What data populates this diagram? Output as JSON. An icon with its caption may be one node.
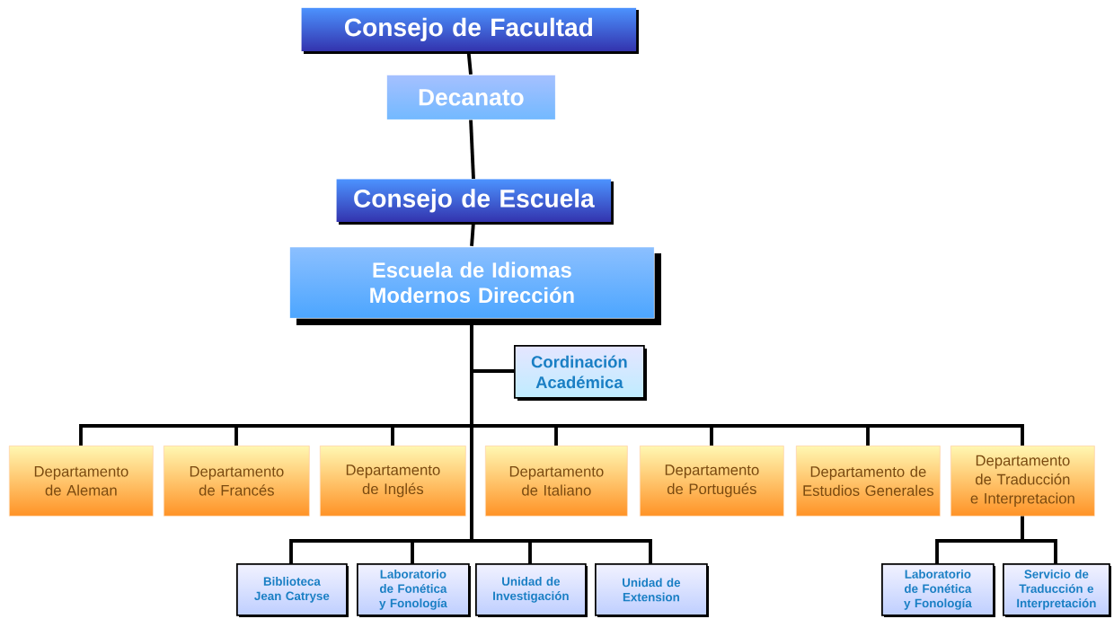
{
  "diagram": {
    "nodes": [
      {
        "text": [
          "Consejo de Facultad"
        ]
      },
      {
        "text": [
          "Decanato"
        ]
      },
      {
        "text": [
          "Consejo de Escuela"
        ]
      },
      {
        "text": [
          "Escuela de Idiomas Modernos Dirección"
        ]
      },
      {
        "text": [
          "Cordinación Académica"
        ]
      },
      {
        "text": [
          "Departamento de Aleman"
        ]
      },
      {
        "text": [
          "Departamento de Francés"
        ]
      },
      {
        "text": [
          "Departamento de Inglés"
        ]
      },
      {
        "text": [
          "Departamento de Italiano"
        ]
      },
      {
        "text": [
          "Departamento de Portugués"
        ]
      },
      {
        "text": [
          "Departamento de Estudios Generales"
        ]
      },
      {
        "text": [
          "Departamento de Traducción e Interpretacion"
        ]
      },
      {
        "text": [
          "Biblioteca Jean Catryse"
        ]
      },
      {
        "text": [
          "Laboratorio de Fonética y Fonología"
        ]
      },
      {
        "text": [
          "Unidad de Investigación"
        ]
      },
      {
        "text": [
          "Unidad de Extension"
        ]
      },
      {
        "text": [
          "Laboratorio de Fonética y Fonología"
        ]
      },
      {
        "text": [
          "Servicio de Traducción e Interpretación"
        ]
      }
    ],
    "edges": [
      {
        "from": 0,
        "to": 1,
        "arrow": "none"
      },
      {
        "from": 1,
        "to": 2,
        "arrow": "none"
      },
      {
        "from": 2,
        "to": 3,
        "arrow": "none"
      },
      {
        "from": 3,
        "to": 4,
        "arrow": "none"
      },
      {
        "from": 3,
        "to": 5,
        "arrow": "none"
      },
      {
        "from": 3,
        "to": 6,
        "arrow": "none"
      },
      {
        "from": 3,
        "to": 7,
        "arrow": "none"
      },
      {
        "from": 3,
        "to": 8,
        "arrow": "none"
      },
      {
        "from": 3,
        "to": 9,
        "arrow": "none"
      },
      {
        "from": 3,
        "to": 10,
        "arrow": "none"
      },
      {
        "from": 3,
        "to": 11,
        "arrow": "none"
      },
      {
        "from": 3,
        "to": 12,
        "arrow": "none"
      },
      {
        "from": 3,
        "to": 13,
        "arrow": "none"
      },
      {
        "from": 3,
        "to": 14,
        "arrow": "none"
      },
      {
        "from": 3,
        "to": 15,
        "arrow": "none"
      },
      {
        "from": 11,
        "to": 16,
        "arrow": "none"
      },
      {
        "from": 11,
        "to": 17,
        "arrow": "none"
      }
    ]
  }
}
